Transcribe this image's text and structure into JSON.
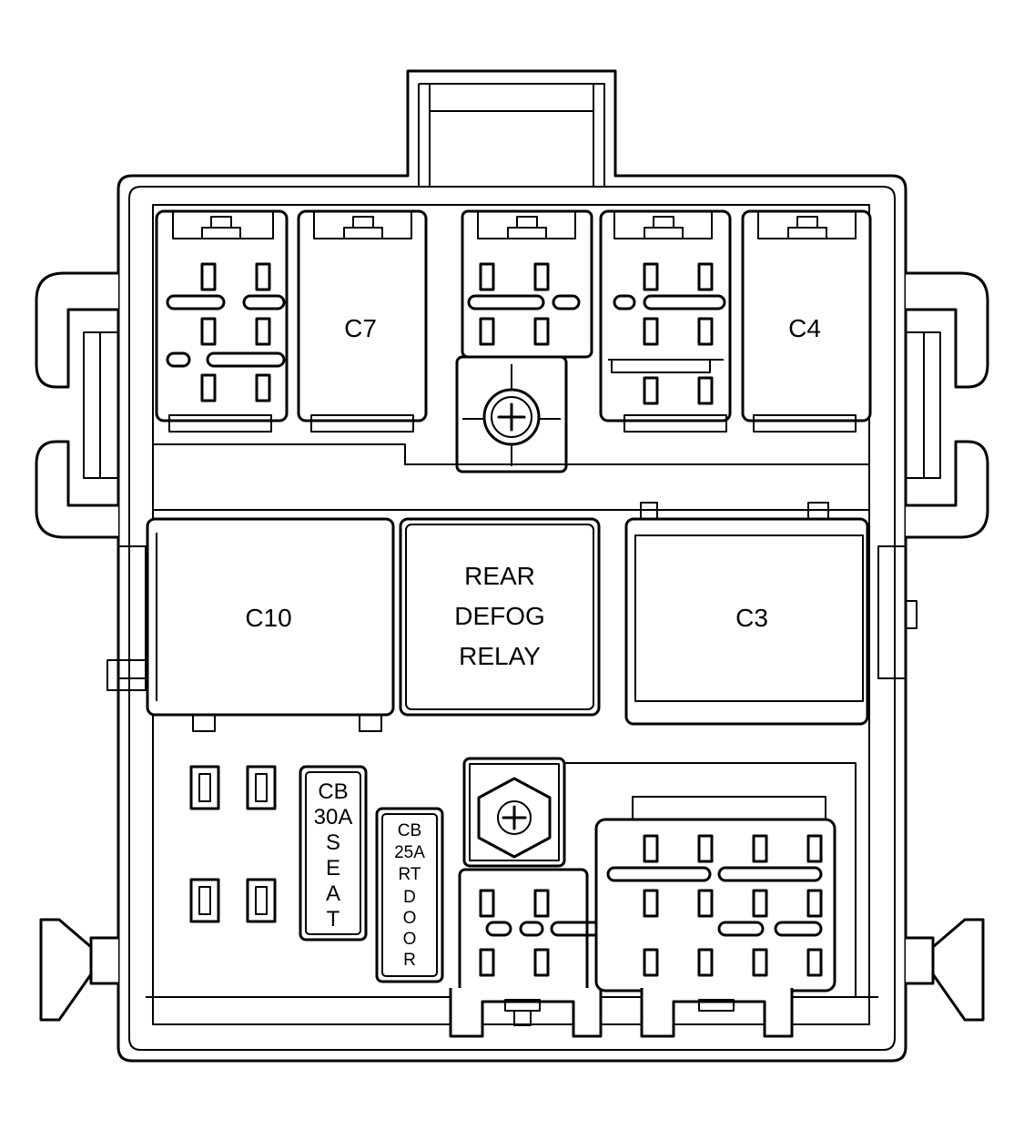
{
  "connectors": {
    "c7": "C7",
    "c4": "C4",
    "c10": "C10",
    "c3": "C3"
  },
  "relay": {
    "line1": "REAR",
    "line2": "DEFOG",
    "line3": "RELAY"
  },
  "breaker_30a": {
    "line1": "CB",
    "line2": "30A",
    "letters": [
      "S",
      "E",
      "A",
      "T"
    ]
  },
  "breaker_25a": {
    "line1": "CB",
    "line2": "25A",
    "line3": "RT",
    "letters": [
      "D",
      "O",
      "O",
      "R"
    ]
  }
}
